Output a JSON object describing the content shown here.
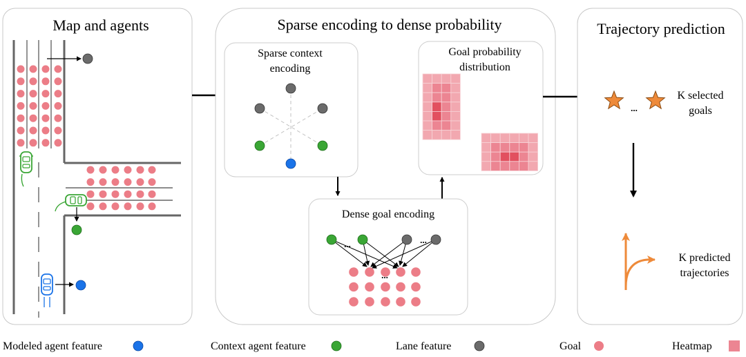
{
  "panels": {
    "map": {
      "title": "Map and agents"
    },
    "sparse": {
      "title": "Sparse encoding to dense probability",
      "context_box": {
        "line1": "Sparse context",
        "line2": "encoding"
      },
      "prob_box": {
        "line1": "Goal probability",
        "line2": "distribution"
      },
      "dense_box": {
        "title": "Dense goal encoding"
      },
      "ellipsis": "..."
    },
    "traj": {
      "title": "Trajectory prediction",
      "goals_label": {
        "line1": "K selected",
        "line2": "goals"
      },
      "traj_label": {
        "line1": "K predicted",
        "line2": "trajectories"
      },
      "ellipsis": "..."
    }
  },
  "legend": {
    "modeled": "Modeled agent feature",
    "context": "Context agent feature",
    "lane": "Lane feature",
    "goal": "Goal",
    "heatmap": "Heatmap"
  },
  "colors": {
    "modeled": "#1a73e8",
    "context": "#3aa635",
    "lane": "#6b6b6b",
    "goal": "#ec7d87",
    "heatmap_light": "#f2a8b0",
    "heatmap_mid": "#ec8592",
    "heatmap_dark": "#e2505f",
    "star": "#ee8a3a",
    "trajectory": "#ee8a3a",
    "panel_border": "#c8c8c8"
  },
  "icons": {
    "goal_marker": "star-icon",
    "modeled_agent": "car-icon",
    "context_agent": "car-icon"
  }
}
